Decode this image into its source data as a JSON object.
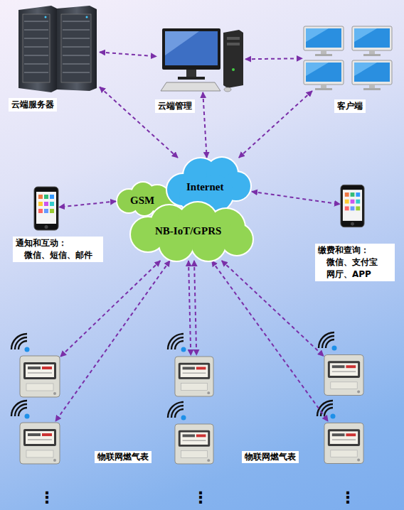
{
  "diagram": {
    "nodes": [
      {
        "text": [
          "云端服务器"
        ]
      },
      {
        "text": [
          "云端管理"
        ]
      },
      {
        "text": [
          "客户端"
        ]
      },
      {
        "text": [
          "GSM"
        ]
      },
      {
        "text": [
          "Internet"
        ]
      },
      {
        "text": [
          "NB-IoT/GPRS"
        ]
      },
      {
        "text": [
          "通知和互动：",
          "微信、短信、邮件"
        ]
      },
      {
        "text": [
          "缴费和查询：",
          "微信、支付宝",
          "网厅、APP"
        ]
      },
      {
        "text": []
      },
      {
        "text": []
      },
      {
        "text": []
      },
      {
        "text": []
      },
      {
        "text": []
      },
      {
        "text": []
      }
    ],
    "edges": [
      {
        "from": 0,
        "to": 1,
        "arrow": "both"
      },
      {
        "from": 1,
        "to": 2,
        "arrow": "both"
      },
      {
        "from": 0,
        "to": 4,
        "arrow": "both"
      },
      {
        "from": 1,
        "to": 4,
        "arrow": "both"
      },
      {
        "from": 2,
        "to": 4,
        "arrow": "both"
      },
      {
        "from": 3,
        "to": 6,
        "arrow": "both"
      },
      {
        "from": 4,
        "to": 7,
        "arrow": "both"
      },
      {
        "from": 5,
        "to": 8,
        "arrow": "both"
      },
      {
        "from": 5,
        "to": 9,
        "arrow": "both"
      },
      {
        "from": 5,
        "to": 10,
        "arrow": "both"
      },
      {
        "from": 5,
        "to": 10,
        "arrow": "both"
      },
      {
        "from": 5,
        "to": 12,
        "arrow": "both"
      },
      {
        "from": 5,
        "to": 13,
        "arrow": "both"
      }
    ],
    "labels": [
      "物联网燃气表",
      "物联网燃气表",
      "⋮",
      "⋮",
      "⋮"
    ]
  }
}
